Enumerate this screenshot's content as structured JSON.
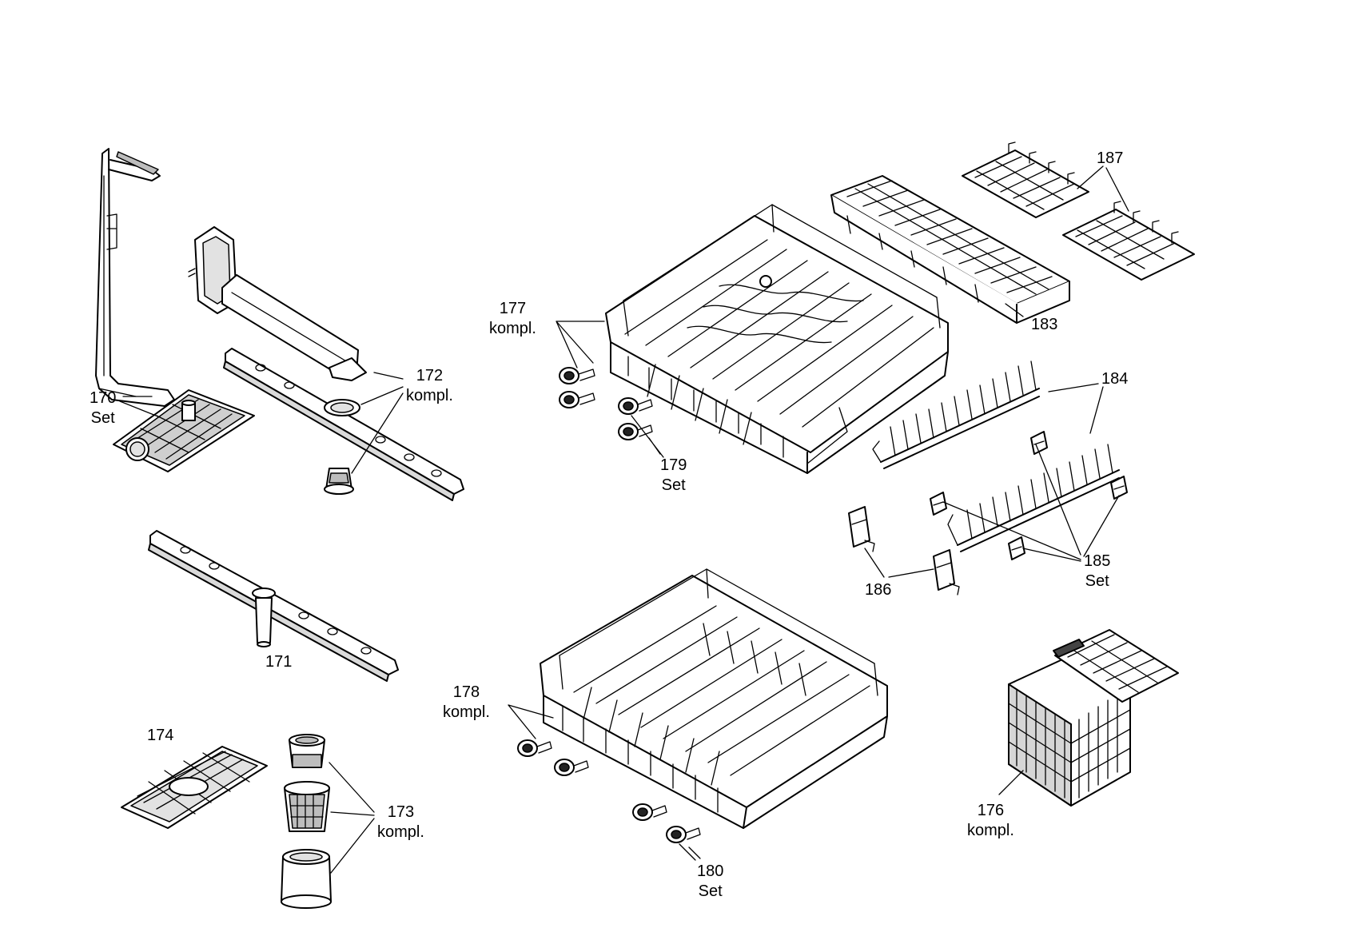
{
  "diagram": {
    "labels": [
      {
        "id": "p170",
        "number": "170",
        "suffix": "Set"
      },
      {
        "id": "p171",
        "number": "171",
        "suffix": ""
      },
      {
        "id": "p172",
        "number": "172",
        "suffix": "kompl."
      },
      {
        "id": "p173",
        "number": "173",
        "suffix": "kompl."
      },
      {
        "id": "p174",
        "number": "174",
        "suffix": ""
      },
      {
        "id": "p176",
        "number": "176",
        "suffix": "kompl."
      },
      {
        "id": "p177",
        "number": "177",
        "suffix": "kompl."
      },
      {
        "id": "p178",
        "number": "178",
        "suffix": "kompl."
      },
      {
        "id": "p179",
        "number": "179",
        "suffix": "Set"
      },
      {
        "id": "p180",
        "number": "180",
        "suffix": "Set"
      },
      {
        "id": "p183",
        "number": "183",
        "suffix": ""
      },
      {
        "id": "p184",
        "number": "184",
        "suffix": ""
      },
      {
        "id": "p185",
        "number": "185",
        "suffix": "Set"
      },
      {
        "id": "p186",
        "number": "186",
        "suffix": ""
      },
      {
        "id": "p187",
        "number": "187",
        "suffix": ""
      }
    ]
  }
}
